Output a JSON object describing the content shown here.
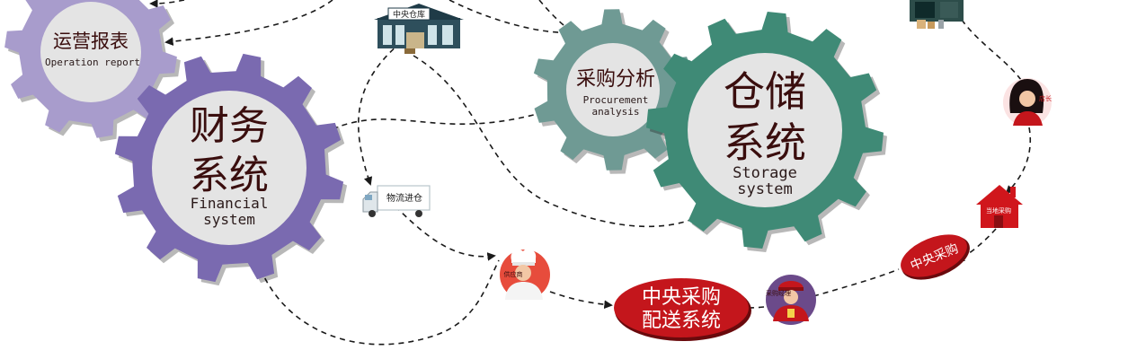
{
  "colors": {
    "gear_purple_light": "#a89ccc",
    "gear_purple": "#7a6ab0",
    "gear_teal_light": "#6f9a94",
    "gear_teal": "#3f8a76",
    "red": "#c4161c",
    "gear_center": "#e4e4e4"
  },
  "gears": {
    "operation_report": {
      "cn": "运营报表",
      "en": "Operation report"
    },
    "financial": {
      "cn_line1": "财务",
      "cn_line2": "系统",
      "en_line1": "Financial",
      "en_line2": "system"
    },
    "procurement": {
      "cn": "采购分析",
      "en_line1": "Procurement",
      "en_line2": "analysis"
    },
    "storage": {
      "cn_line1": "仓储",
      "cn_line2": "系统",
      "en_line1": "Storage",
      "en_line2": "system"
    }
  },
  "nodes": {
    "central_warehouse_sign": "中央仓库",
    "truck_label": "物流进仓",
    "supplier_label": "供应商",
    "store_manager_label": "店长",
    "local_purchase_label": "当地采购",
    "central_purchase_small": "中央采购",
    "purchase_manager_label": "采购经理",
    "central_delivery_line1": "中央采购",
    "central_delivery_line2": "配送系统"
  },
  "icons": [
    "warehouse-icon",
    "store-icon",
    "truck-icon",
    "chef-icon",
    "woman-avatar-icon",
    "house-icon",
    "manager-avatar-icon"
  ]
}
